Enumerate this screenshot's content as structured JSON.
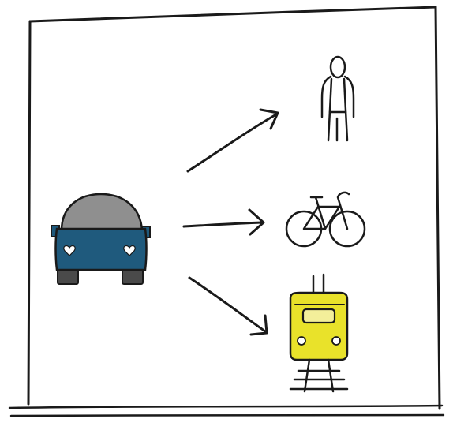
{
  "diagram": {
    "kind": "mode-shift-sketch",
    "source": {
      "name": "car",
      "icon": "car-icon"
    },
    "targets": [
      {
        "name": "pedestrian",
        "icon": "person-icon"
      },
      {
        "name": "bicycle",
        "icon": "bicycle-icon"
      },
      {
        "name": "tram",
        "icon": "tram-icon"
      }
    ],
    "colors": {
      "ink": "#1a1a1a",
      "car_body": "#1f5a7d",
      "car_roof": "#8f8f8f",
      "car_wheels": "#4a4a4a",
      "tram_body": "#e9e22a",
      "tram_window": "#f3ef9a",
      "background": "#ffffff"
    }
  }
}
